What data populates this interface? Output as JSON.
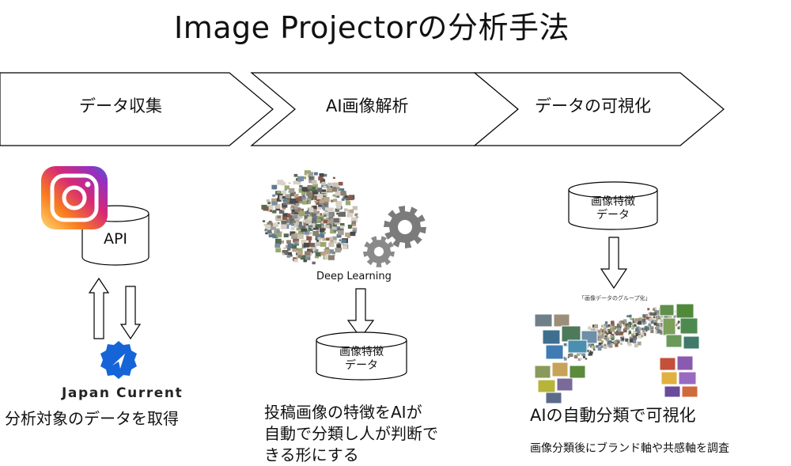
{
  "title": "Image Projectorの分析手法",
  "steps": [
    {
      "label": "データ収集"
    },
    {
      "label": "AI画像解析"
    },
    {
      "label": "データの可視化"
    }
  ],
  "collection": {
    "cylinder_label": "API",
    "logo_text": "Japan Current",
    "caption": "分析対象のデータを取得"
  },
  "analysis": {
    "engine_label": "Deep Learning",
    "cylinder_label_line1": "画像特徴",
    "cylinder_label_line2": "データ",
    "caption_lines": [
      "投稿画像の特徴をAIが",
      "自動で分類し人が判断で",
      "きる形にする"
    ]
  },
  "visualization": {
    "cylinder_label_line1": "画像特徴",
    "cylinder_label_line2": "データ",
    "thumbnail_title": "「画像データのグループ化」",
    "caption": "AIの自動分類で可視化",
    "note": "画像分類後にブランド軸や共感軸を調査"
  },
  "colors": {
    "instagram_gradient": [
      "#feda75",
      "#fa7e1e",
      "#d62976",
      "#962fbf",
      "#4f5bd5"
    ],
    "japan_current_blue": "#1565d8"
  },
  "icons": [
    "instagram-icon",
    "japan-current-icon",
    "gear-icon",
    "arrow-up-icon",
    "arrow-down-icon"
  ]
}
